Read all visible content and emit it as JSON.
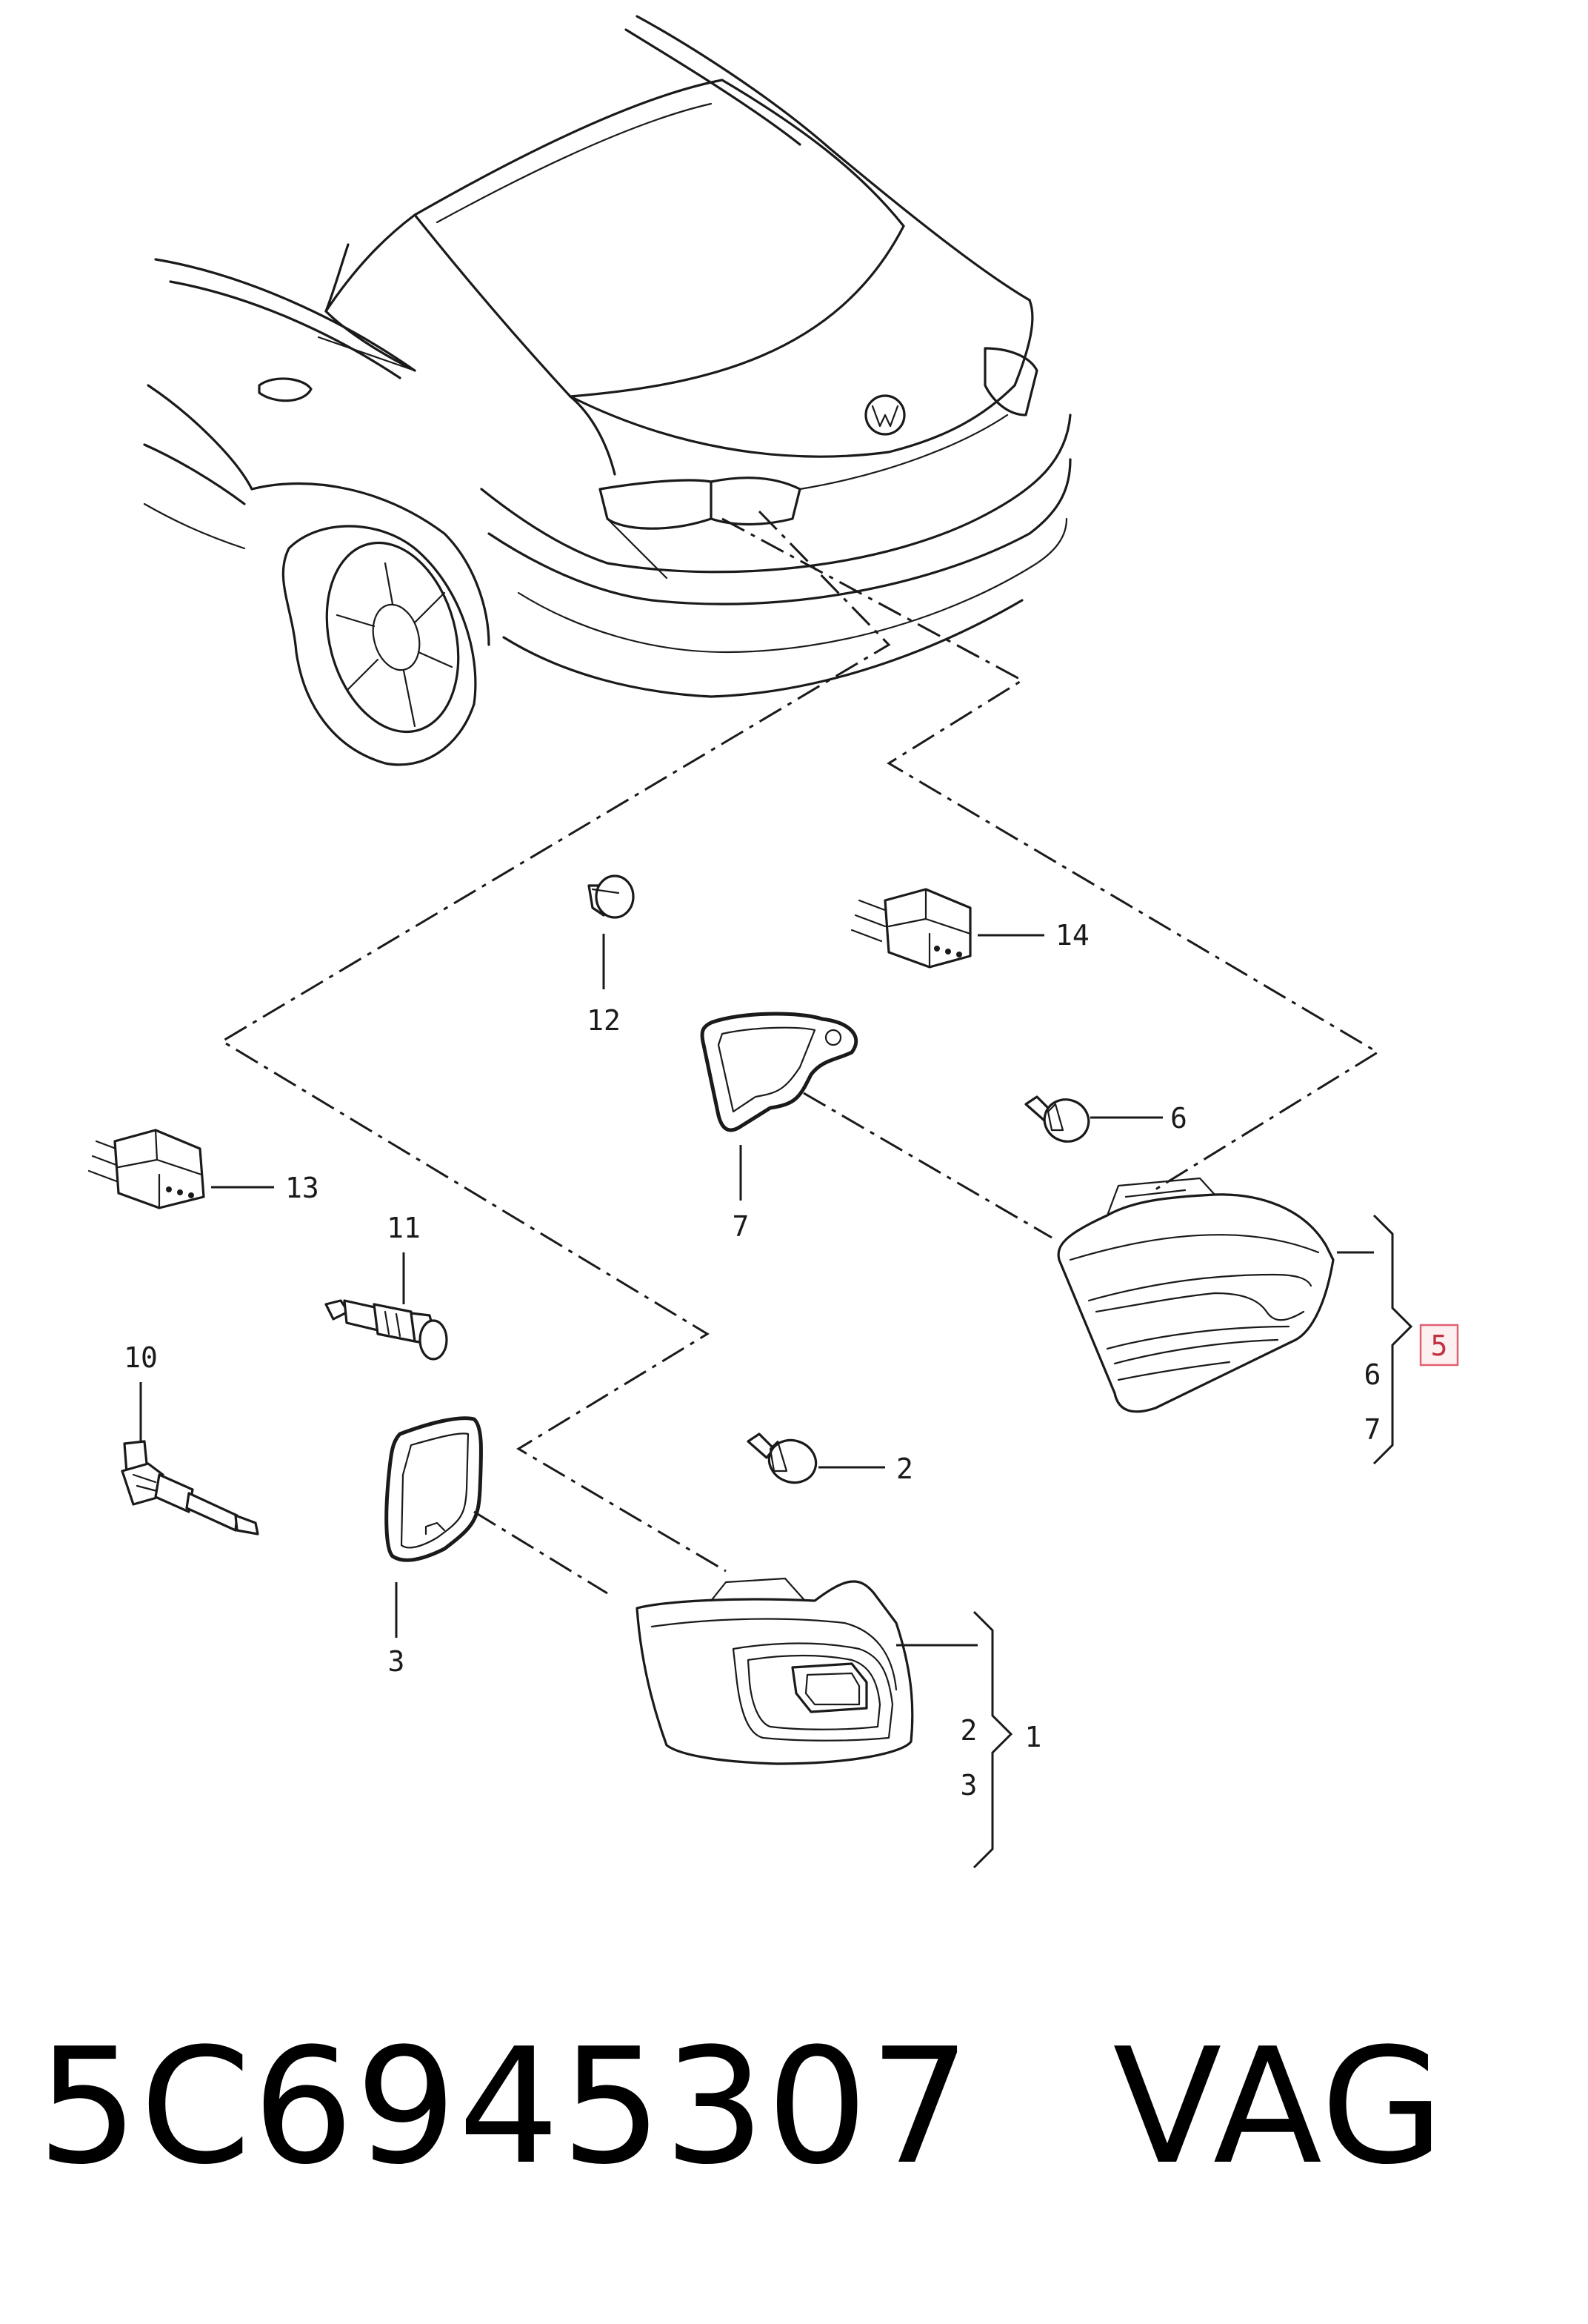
{
  "callouts": {
    "c1": "1",
    "c2": "2",
    "c3": "3",
    "c5": "5",
    "c6": "6",
    "c7": "7",
    "c10": "10",
    "c11": "11",
    "c12": "12",
    "c13": "13",
    "c14": "14",
    "brace_outer_2": "2",
    "brace_outer_3": "3",
    "brace_inner_6": "6",
    "brace_inner_7": "7"
  },
  "highlight": {
    "part": "5",
    "color": "#e06070"
  },
  "footer": {
    "part_number": "5C6945307",
    "manufacturer": "VAG"
  }
}
